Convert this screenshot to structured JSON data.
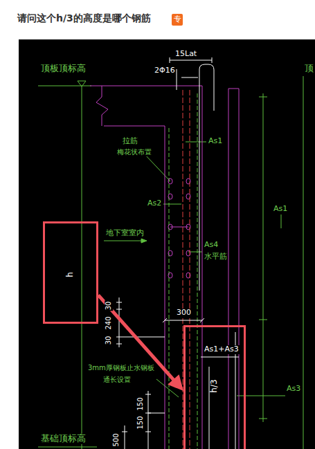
{
  "diagram": {
    "title": "请问这个h/3的高度是哪个钢筋",
    "nodes": [
      {
        "text": [
          "专"
        ]
      },
      {
        "text": [
          "h"
        ]
      },
      {
        "text": [
          "h/3"
        ]
      }
    ],
    "edges": [
      {
        "from": 1,
        "to": 2,
        "arrow": "to"
      }
    ],
    "labels": [
      "顶板顶标高",
      "15Lat",
      "2Φ16",
      "As1",
      "拉筋",
      "梅花状布置",
      "As2",
      "As1",
      "As4",
      "水平筋",
      "地下室室内",
      "30",
      "240",
      "30",
      "300",
      "As1+As3",
      "As3",
      "3mm厚钢板止水钢板",
      "通长设置",
      "150",
      "150",
      "500",
      "基础顶标高",
      "顶"
    ]
  }
}
